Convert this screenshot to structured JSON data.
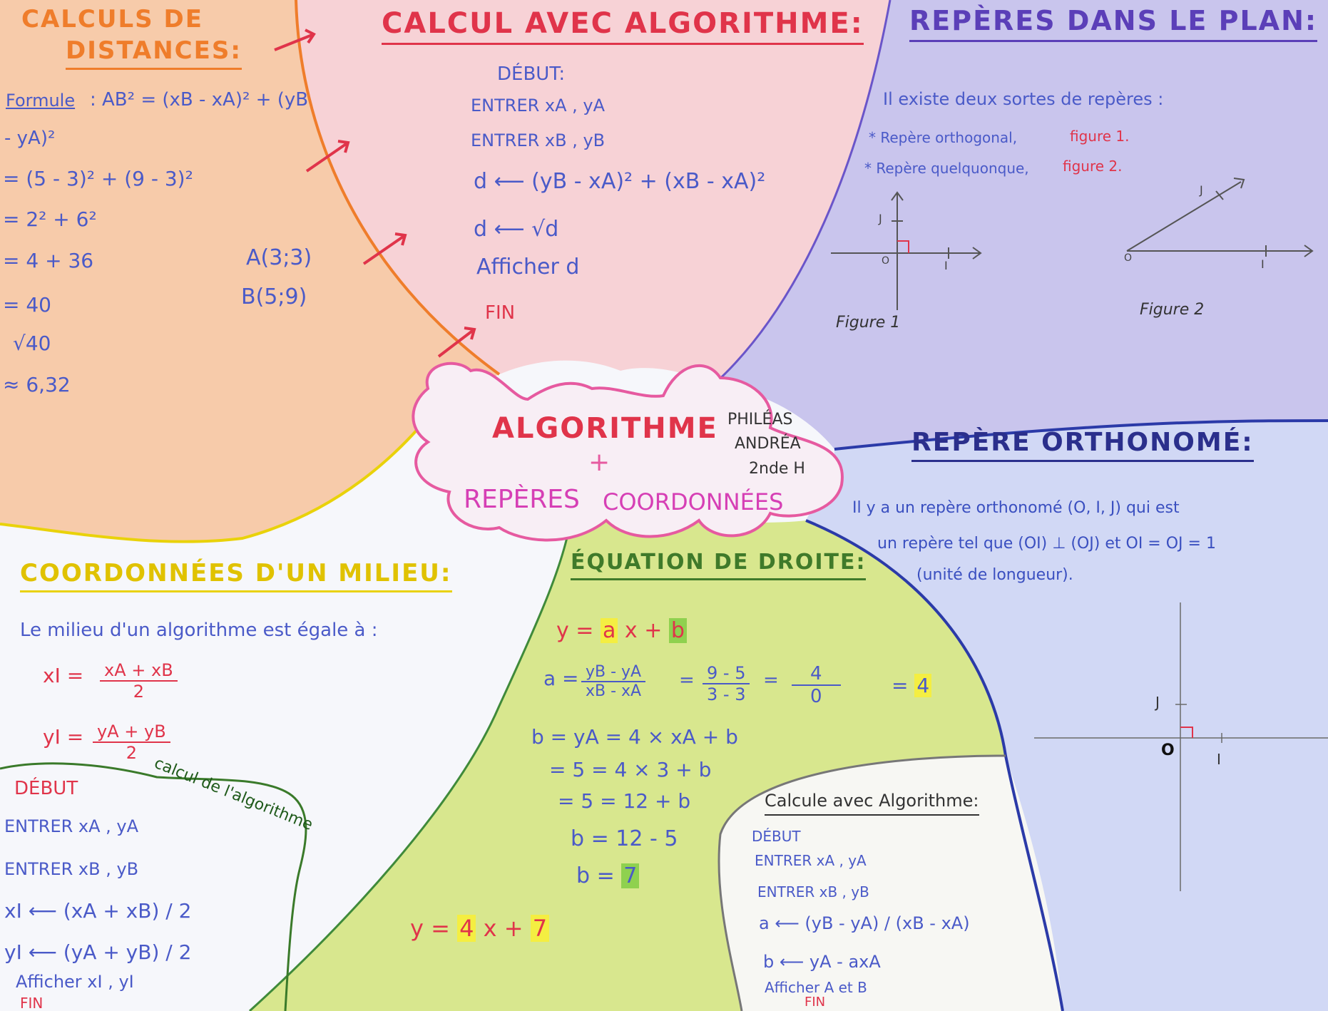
{
  "colors": {
    "orange": "#ef7d2b",
    "red": "#e0344a",
    "pink": "#d63fb5",
    "purple": "#5b3fb8",
    "navy": "#2b2f8c",
    "blue": "#3a4fc0",
    "yellow": "#e9d20a",
    "green": "#3f7a2a",
    "lime": "#b8d84a"
  },
  "center": {
    "title": "ALGORITHME",
    "plus": "+",
    "subtitle_left": "REPÈRES",
    "subtitle_right": "COORDONNÉES",
    "author1": "PHILÉAS",
    "author2": "ANDRÉA",
    "class": "2nde H"
  },
  "distances": {
    "title1": "CALCULS DE",
    "title2": "DISTANCES:",
    "formula_label": "Formule",
    "lines": [
      ": AB² = (xB - xA)² + (yB",
      "- yA)²",
      "= (5 - 3)² + (9 - 3)²",
      "= 2² + 6²",
      "= 4 + 36",
      "= 40",
      "√40",
      "≈ 6,32"
    ],
    "point_a": "A(3;3)",
    "point_b": "B(5;9)"
  },
  "algo": {
    "title": "CALCUL AVEC ALGORITHME:",
    "lines": [
      "DÉBUT:",
      "ENTRER xA , yA",
      "ENTRER xB , yB",
      "d ⟵ (yB - xA)² + (xB - xA)²",
      "d ⟵ √d",
      "Afficher d",
      "FIN"
    ]
  },
  "reperes": {
    "title": "REPÈRES DANS LE PLAN:",
    "intro": "Il existe deux sortes de repères :",
    "item1": "* Repère orthogonal,",
    "item1_ref": "figure 1.",
    "item2": "* Repère quelquonque,",
    "item2_ref": "figure 2.",
    "fig1_label": "Figure 1",
    "fig2_label": "Figure 2",
    "axis_j": "J",
    "axis_i": "I",
    "axis_o": "O"
  },
  "orthonorme": {
    "title": "REPÈRE ORTHONOMÉ:",
    "line1": "Il y a un repère orthonomé (O, I, J) qui est",
    "line2": "un repère tel que (OI) ⊥ (OJ) et OI = OJ = 1",
    "line3": "(unité de longueur).",
    "axis_j": "J",
    "axis_i": "I",
    "axis_o": "O"
  },
  "milieu": {
    "title": "COORDONNÉES D'UN MILIEU:",
    "intro": "Le milieu d'un algorithme est égale à :",
    "xi_lhs": "xI =",
    "xi_num": "xA + xB",
    "xi_den": "2",
    "yi_lhs": "yI =",
    "yi_num": "yA + yB",
    "yi_den": "2",
    "algo_label": "calcul de l'algorithme",
    "lines": [
      "DÉBUT",
      "ENTRER xA , yA",
      "ENTRER xB , yB",
      "xI ⟵ (xA + xB) / 2",
      "yI ⟵ (yA + yB) / 2",
      "Afficher xI , yI",
      "FIN"
    ]
  },
  "droite": {
    "title": "ÉQUATION DE DROITE:",
    "eq_y": "y =",
    "eq_a": "a",
    "eq_x": "x +",
    "eq_b": "b",
    "a_lhs": "a =",
    "a_num": "yB - yA",
    "a_den": "xB - xA",
    "a_eq": "=",
    "a_num2": "9 - 5",
    "a_den2": "3 - 3",
    "a_eq2": "=",
    "a_num3": "4",
    "a_den3": "0",
    "a_res_eq": "=",
    "a_res": "4",
    "b_lines": [
      "b = yA = 4 × xA + b",
      "= 5 = 4 × 3 + b",
      "= 5 = 12 + b",
      "b = 12 - 5"
    ],
    "b_res_lhs": "b =",
    "b_res": "7",
    "final_y": "y =",
    "final_a": "4",
    "final_x": "x +",
    "final_b": "7"
  },
  "algo2": {
    "title": "Calcule avec Algorithme:",
    "lines": [
      "DÉBUT",
      "ENTRER xA , yA",
      "ENTRER xB , yB",
      "a ⟵ (yB - yA) / (xB - xA)",
      "b ⟵ yA - axA",
      "Afficher A et B",
      "FIN"
    ]
  }
}
